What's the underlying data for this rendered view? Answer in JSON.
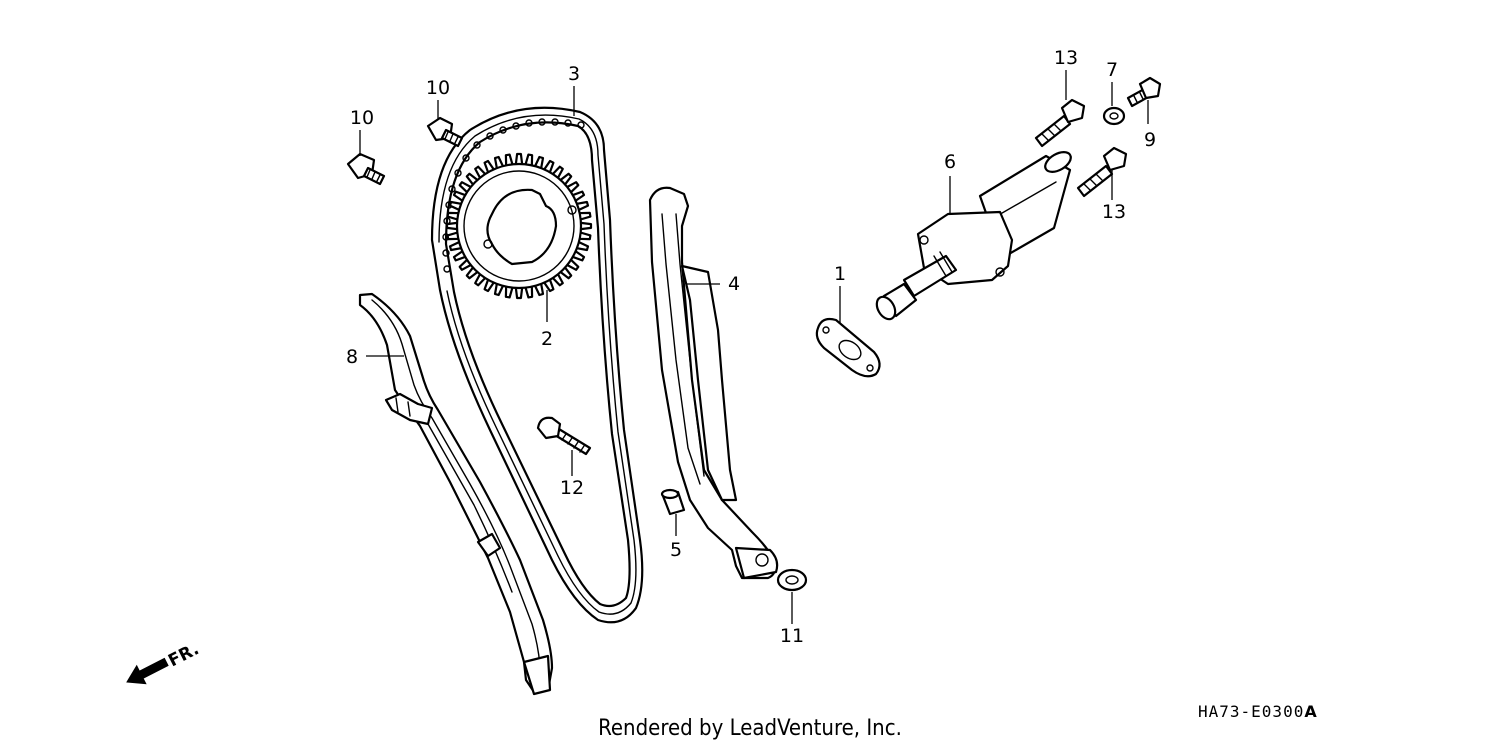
{
  "diagram": {
    "callouts": [
      {
        "id": "c1",
        "label": "1"
      },
      {
        "id": "c2",
        "label": "2"
      },
      {
        "id": "c3",
        "label": "3"
      },
      {
        "id": "c4",
        "label": "4"
      },
      {
        "id": "c5",
        "label": "5"
      },
      {
        "id": "c6",
        "label": "6"
      },
      {
        "id": "c7",
        "label": "7"
      },
      {
        "id": "c8",
        "label": "8"
      },
      {
        "id": "c9",
        "label": "9"
      },
      {
        "id": "c10a",
        "label": "10"
      },
      {
        "id": "c10b",
        "label": "10"
      },
      {
        "id": "c11",
        "label": "11"
      },
      {
        "id": "c12",
        "label": "12"
      },
      {
        "id": "c13a",
        "label": "13"
      },
      {
        "id": "c13b",
        "label": "13"
      }
    ],
    "direction_label": "FR.",
    "diagram_code": "HA73-E0300",
    "diagram_code_suffix": "A",
    "footer": "Rendered by LeadVenture, Inc."
  }
}
